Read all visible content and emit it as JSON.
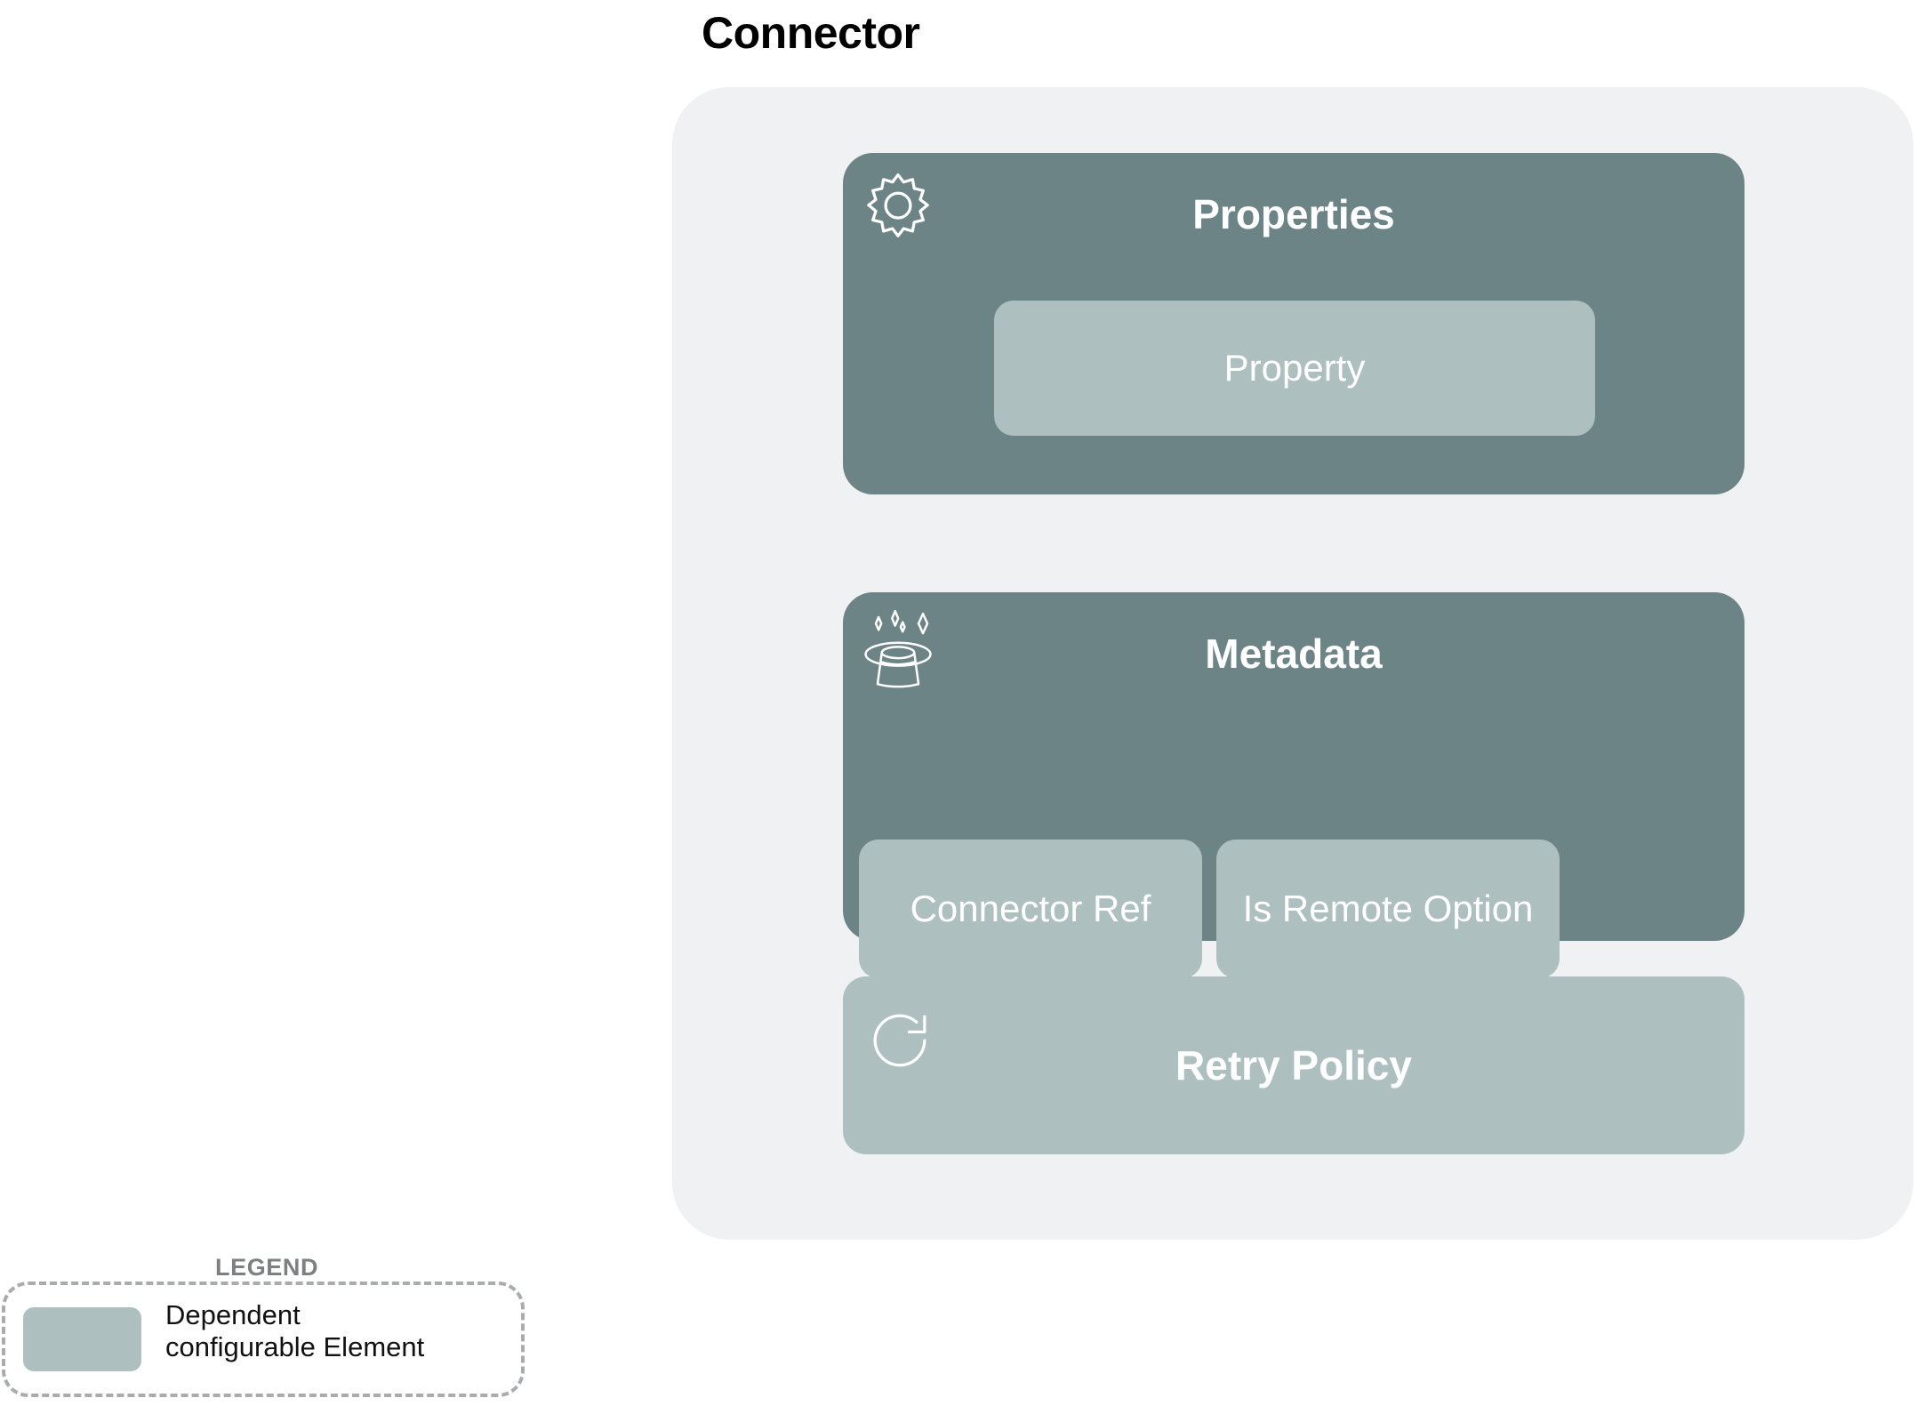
{
  "title": "Connector",
  "colors": {
    "card_background": "#f0f1f3",
    "group_panel": "#6d8487",
    "dependent_element": "#aebfc0",
    "text_on_panel": "#ffffff",
    "title_text": "#000000",
    "legend_border": "#a9acaf",
    "legend_title_text": "#7d7f82"
  },
  "groups": [
    {
      "id": "properties",
      "title": "Properties",
      "icon": "gear-icon",
      "children": [
        {
          "label": "Property",
          "kind": "dependent-configurable-element"
        }
      ]
    },
    {
      "id": "metadata",
      "title": "Metadata",
      "icon": "magic-hat-icon",
      "children": [
        {
          "label": "Connector Ref",
          "kind": "dependent-configurable-element"
        },
        {
          "label": "Is Remote\nOption",
          "kind": "dependent-configurable-element"
        }
      ]
    }
  ],
  "retry_policy": {
    "title": "Retry Policy",
    "icon": "refresh-retry-icon",
    "kind": "dependent-configurable-element"
  },
  "legend": {
    "title": "LEGEND",
    "entries": [
      {
        "swatch_color": "#aebfc0",
        "label": "Dependent\nconfigurable Element"
      }
    ]
  }
}
